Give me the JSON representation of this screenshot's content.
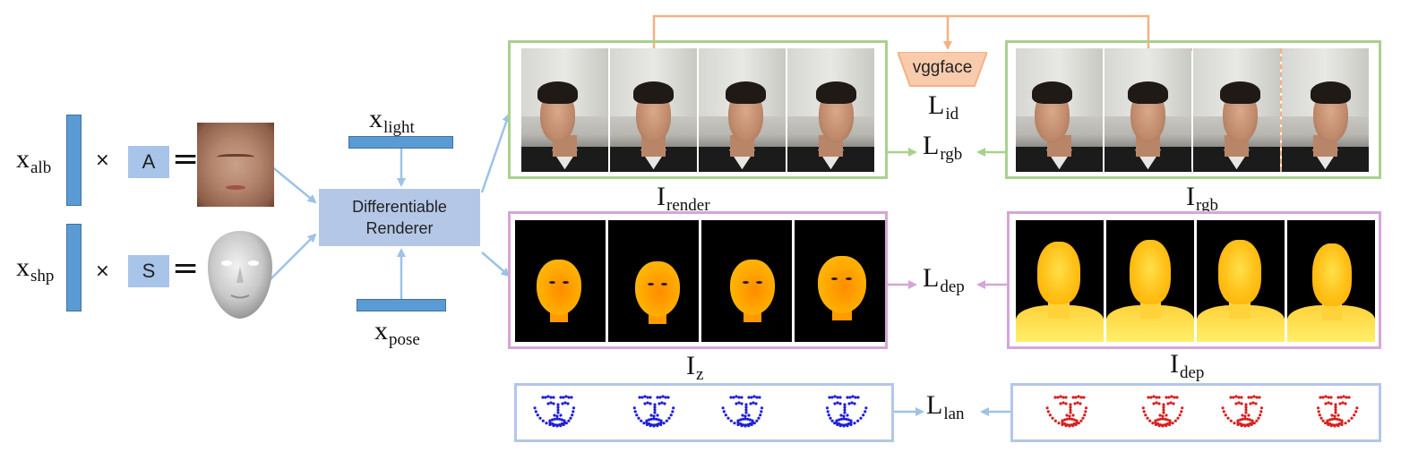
{
  "symbols": {
    "x_alb": {
      "base": "x",
      "sub": "alb"
    },
    "x_shp": {
      "base": "x",
      "sub": "shp"
    },
    "x_light": {
      "base": "x",
      "sub": "light"
    },
    "x_pose": {
      "base": "x",
      "sub": "pose"
    },
    "I_render": {
      "base": "I",
      "sub": "render"
    },
    "I_rgb": {
      "base": "I",
      "sub": "rgb"
    },
    "I_z": {
      "base": "I",
      "sub": "z"
    },
    "I_dep": {
      "base": "I",
      "sub": "dep"
    },
    "L_id": {
      "base": "L",
      "sub": "id"
    },
    "L_rgb": {
      "base": "L",
      "sub": "rgb"
    },
    "L_dep": {
      "base": "L",
      "sub": "dep"
    },
    "L_lan": {
      "base": "L",
      "sub": "lan"
    }
  },
  "operators": {
    "times": "×",
    "equals": "="
  },
  "basis": {
    "albedo_label": "A",
    "shape_label": "S"
  },
  "renderer": {
    "line1": "Differentiable",
    "line2": "Renderer"
  },
  "network": {
    "label": "vggface"
  },
  "colors": {
    "green_frame": "#a9d18e",
    "purple_frame": "#d5a6d7",
    "blue_frame": "#b4c7e7",
    "orange_dashed": "#f4b183",
    "renderer_fill": "#b4c7e7",
    "bar_blue": "#5b9bd5",
    "arrow_blue": "#9dc3e6",
    "arrow_green": "#a9d18e",
    "arrow_purple": "#d5a6d7",
    "orange_line": "#f4b183",
    "landmark_pred": "#1f1fd6",
    "landmark_gt": "#d62020"
  }
}
